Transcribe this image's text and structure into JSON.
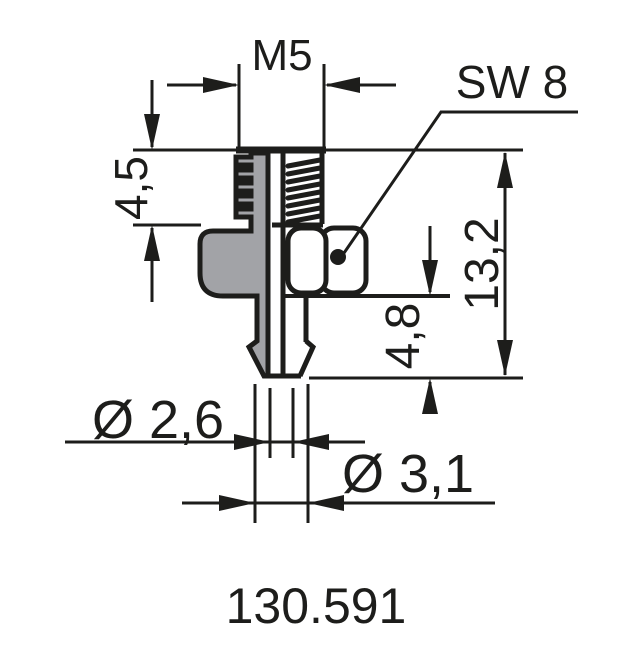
{
  "drawing": {
    "type": "technical-dimension-drawing",
    "part": "threaded hose nipple, half-section view",
    "labels": {
      "thread": "M5",
      "wrench": "SW 8",
      "thread_length": "4,5",
      "overall_length": "13,2",
      "tail_length": "4,8",
      "bore_diameter": "Ø 2,6",
      "tail_diameter": "Ø 3,1",
      "part_number": "130.591"
    },
    "colors": {
      "line": "#1d1d1b",
      "section_fill": "#a2a3a7",
      "background": "#ffffff"
    }
  }
}
